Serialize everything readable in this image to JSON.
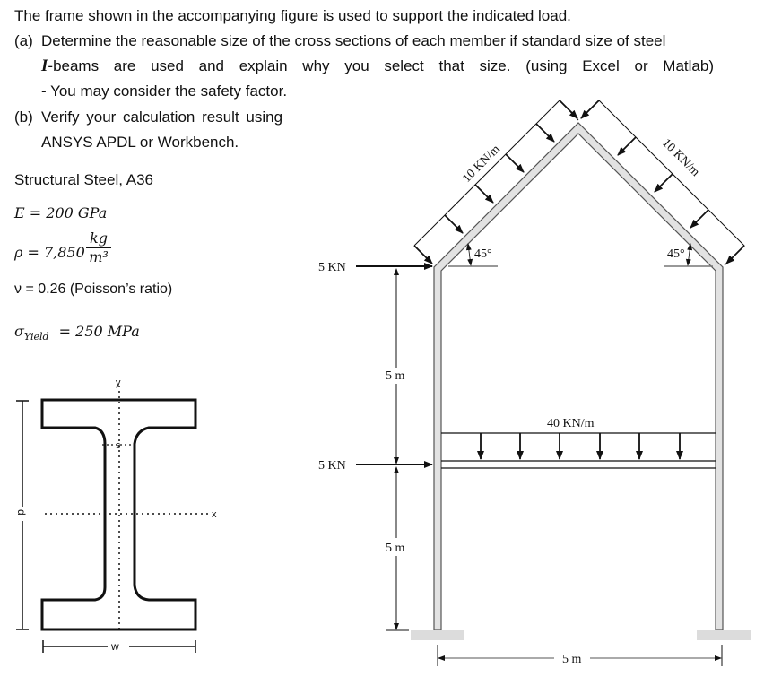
{
  "problem": {
    "intro": "The frame shown in the accompanying figure is used to support the indicated load.",
    "part_a_label": "(a)",
    "part_a_line1": "Determine the reasonable size of the cross sections of each member if standard size of steel",
    "part_a_ibeam": "I",
    "part_a_line2": "-beams are used and explain why you select that size. (using Excel or Matlab)",
    "part_a_line3": "- You may consider the safety factor.",
    "part_b_label": "(b)",
    "part_b_line1": "Verify your calculation result using",
    "part_b_line2": "ANSYS APDL or Workbench."
  },
  "material": {
    "name": "Structural Steel, A36",
    "E": "E = 200 GPa",
    "rho_prefix": "ρ = 7,850",
    "rho_num": "kg",
    "rho_den": "m³",
    "nu": "ν = 0.26 (Poisson’s ratio)",
    "sigma_symbol": "σ",
    "sigma_sub": "Yield",
    "sigma_value": "= 250 MPa"
  },
  "ibeam_figure": {
    "axis_y": "y",
    "axis_x": "x",
    "web_label": "s",
    "height_label": "d",
    "width_label": "w"
  },
  "frame_figure": {
    "roof_load_left": "10 KN/m",
    "roof_load_right": "10 KN/m",
    "angle_left": "45°",
    "angle_right": "45°",
    "point_load_top": "5 KN",
    "point_load_mid": "5 KN",
    "beam_load": "40 KN/m",
    "dim_upper": "5 m",
    "dim_lower": "5 m",
    "dim_span": "5 m"
  }
}
